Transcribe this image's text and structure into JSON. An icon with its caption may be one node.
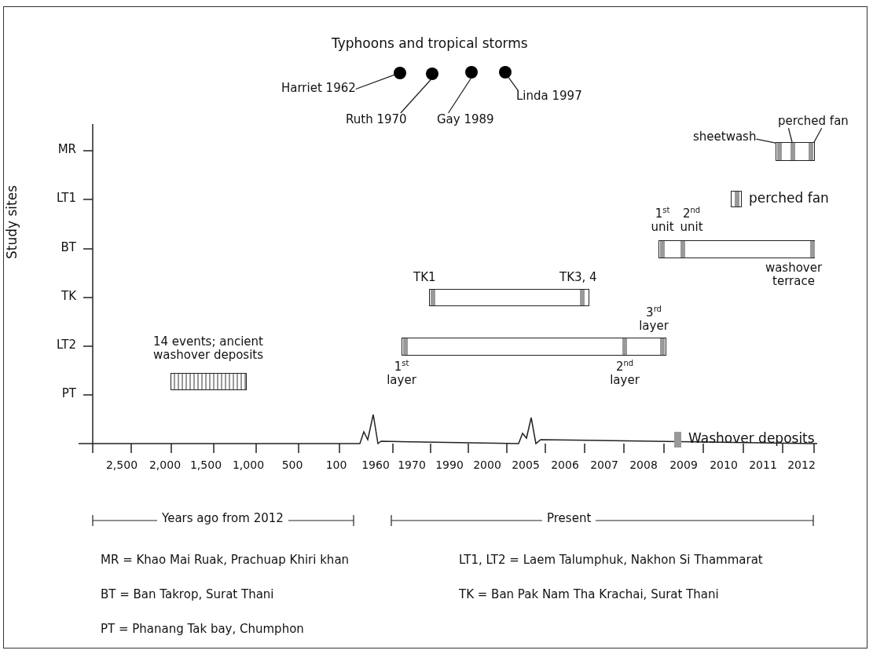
{
  "diagram": {
    "nodes": [
      {
        "text": [
          "Harriet 1962"
        ]
      },
      {
        "text": [
          "Ruth 1970"
        ]
      },
      {
        "text": [
          "Gay 1989"
        ]
      },
      {
        "text": [
          "Linda 1997"
        ]
      },
      {
        "text": [],
        "shape": "circle"
      },
      {
        "text": [],
        "shape": "circle"
      },
      {
        "text": [],
        "shape": "circle"
      },
      {
        "text": [],
        "shape": "circle"
      },
      {
        "text": [
          "sheetwash"
        ]
      },
      {
        "text": [
          "perched fan"
        ]
      },
      {
        "text": [],
        "shape": "bar"
      },
      {
        "text": [],
        "shape": "bar",
        "beside": [
          "perched fan"
        ]
      },
      {
        "text": [],
        "shape": "bar",
        "beside": [
          "1$^{st}$ unit",
          "2$^{nd}$ unit",
          "washover terrace"
        ]
      },
      {
        "text": [],
        "shape": "bar",
        "beside": [
          "TK1",
          "TK3, 4"
        ]
      },
      {
        "text": [],
        "shape": "bar",
        "beside": [
          "3$^{rd}$ layer",
          "1$^{st}$ layer",
          "2$^{nd}$ layer"
        ]
      },
      {
        "text": [],
        "shape": "bar",
        "beside": [
          "14 events; ancient washover deposits"
        ]
      }
    ],
    "edges": [
      {
        "from": 0,
        "to": 4,
        "arrow": "none"
      },
      {
        "from": 1,
        "to": 5,
        "arrow": "none"
      },
      {
        "from": 2,
        "to": 6,
        "arrow": "none"
      },
      {
        "from": 3,
        "to": 7,
        "arrow": "none"
      },
      {
        "from": 8,
        "to": 10,
        "arrow": "none"
      },
      {
        "from": 9,
        "to": 10,
        "arrow": "none"
      },
      {
        "from": 9,
        "to": 10,
        "arrow": "none"
      }
    ],
    "labels": [
      "Typhoons and tropical storms",
      "Study sites",
      "MR",
      "LT1",
      "BT",
      "TK",
      "LT2",
      "PT",
      "2,500",
      "2,000",
      "1,500",
      "1,000",
      "500",
      "100",
      "1960",
      "1970",
      "1990",
      "2000",
      "2005",
      "2006",
      "2007",
      "2008",
      "2009",
      "2010",
      "2011",
      "2012",
      "Years ago from 2012",
      "Present",
      "MR = Khao Mai Ruak, Prachuap Khiri khan",
      "LT1, LT2 = Laem Talumphuk, Nakhon Si Thammarat",
      "BT = Ban Takrop, Surat Thani",
      "TK = Ban Pak Nam Tha Krachai, Surat Thani",
      "PT = Phanang Tak bay, Chumphon"
    ],
    "legend": [
      {
        "text": "Washover deposits",
        "color": "#999999"
      }
    ]
  }
}
